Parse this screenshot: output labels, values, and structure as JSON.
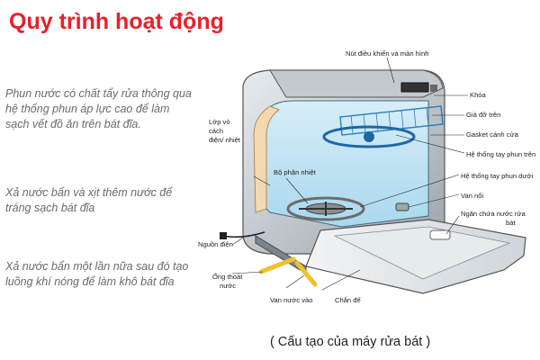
{
  "title": "Quy trình hoạt động",
  "steps": [
    "Phun nước có chất tẩy rửa thông qua hệ thống phun áp lực cao để làm sạch vết đồ ăn trên bát đĩa.",
    "Xả nước bẩn và xịt thêm nước để tráng sạch bát đĩa",
    "Xả nước bẩn một lần nữa sau đó tạo luồng khí nóng để làm khô bát đĩa"
  ],
  "caption": "( Cấu tạo của máy rửa bát )",
  "labels": {
    "control": "Nút điều khiển và màn hình",
    "lock": "Khóa",
    "upper_rack": "Giá đỡ trên",
    "door_gasket": "Gasket cánh cửa",
    "upper_spray_line1": "Hệ thống tay phun trên",
    "lower_spray_line1": "Hệ thống tay phun dưới",
    "float_valve": "Van nổi",
    "detergent_line1": "Ngăn chứa nước rửa",
    "detergent_line2": "bát",
    "insulation_line1": "Lớp vỏ",
    "insulation_line2": "cách",
    "insulation_line3": "điện/ nhiệt",
    "heater": "Bộ phận nhiệt",
    "power": "Nguồn điện",
    "drain_line1": "Ống thoát",
    "drain_line2": "nước",
    "inlet_valve": "Van nước vào",
    "stopper": "Chắn đế"
  },
  "colors": {
    "title": "#e8202a",
    "text": "#6a6a6a"
  }
}
